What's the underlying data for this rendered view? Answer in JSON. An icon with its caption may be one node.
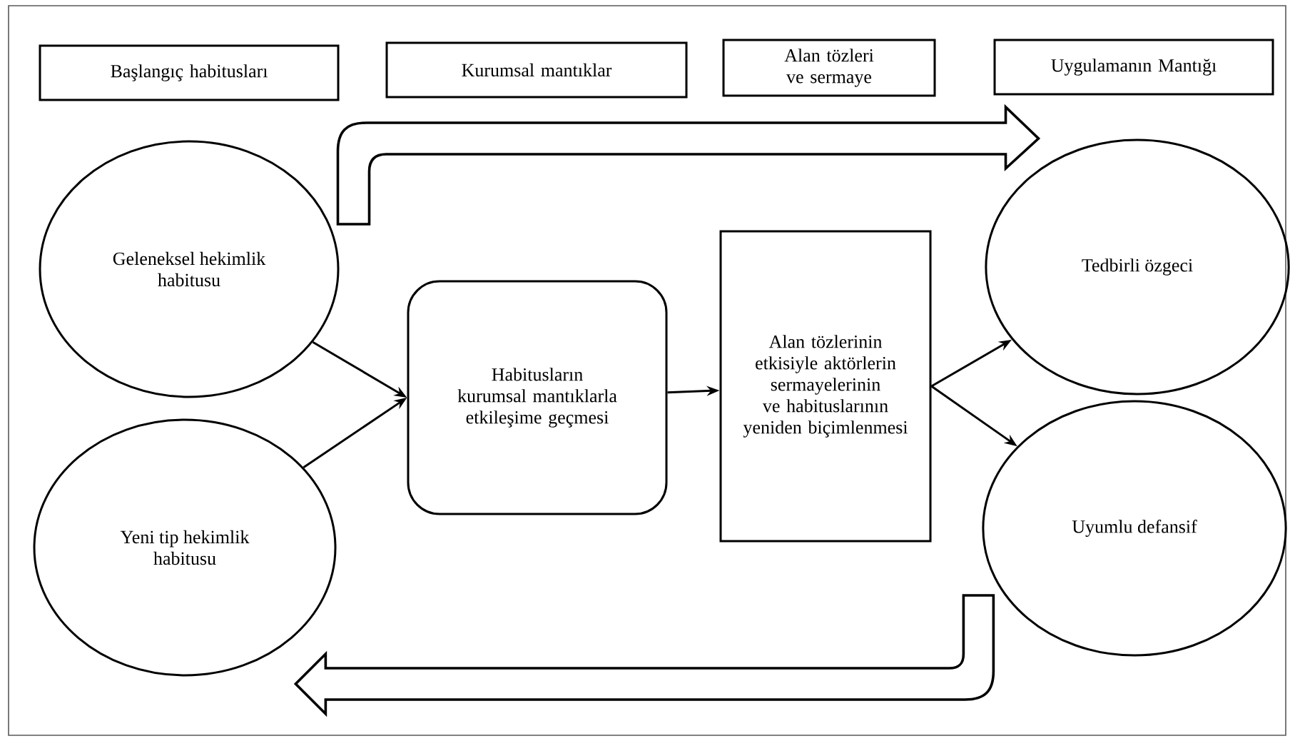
{
  "diagram": {
    "nodes": [
      {
        "text": [
          "Başlangıç habitusları"
        ]
      },
      {
        "text": [
          "Kurumsal mantıklar"
        ]
      },
      {
        "text": [
          "Alan tözleri ve sermaye"
        ]
      },
      {
        "text": [
          "Uygulamanın Mantığı"
        ]
      },
      {
        "text": [
          "Geleneksel hekimlik habitusu"
        ]
      },
      {
        "text": [
          "Yeni tip hekimlik habitusu"
        ]
      },
      {
        "text": [
          "Habitusların kurumsal mantıklarla etkileşime geçmesi"
        ]
      },
      {
        "text": [
          "Alan tözlerinin etkisiyle aktörlerin sermayelerinin ve habituslarının yeniden biçimlenmesi"
        ]
      },
      {
        "text": [
          "Tedbirli özgeci"
        ]
      },
      {
        "text": [
          "Uyumlu defansif"
        ]
      }
    ],
    "edges": [
      {
        "from": 4,
        "to": 6,
        "arrow": "to"
      },
      {
        "from": 5,
        "to": 6,
        "arrow": "to"
      },
      {
        "from": 6,
        "to": 7,
        "arrow": "to"
      },
      {
        "from": 7,
        "to": 8,
        "arrow": "to"
      },
      {
        "from": 7,
        "to": 9,
        "arrow": "to"
      },
      {
        "from": 4,
        "to": null,
        "arrow": "to",
        "style": "thick"
      },
      {
        "from": 9,
        "to": null,
        "arrow": "to",
        "style": "thick"
      }
    ]
  }
}
